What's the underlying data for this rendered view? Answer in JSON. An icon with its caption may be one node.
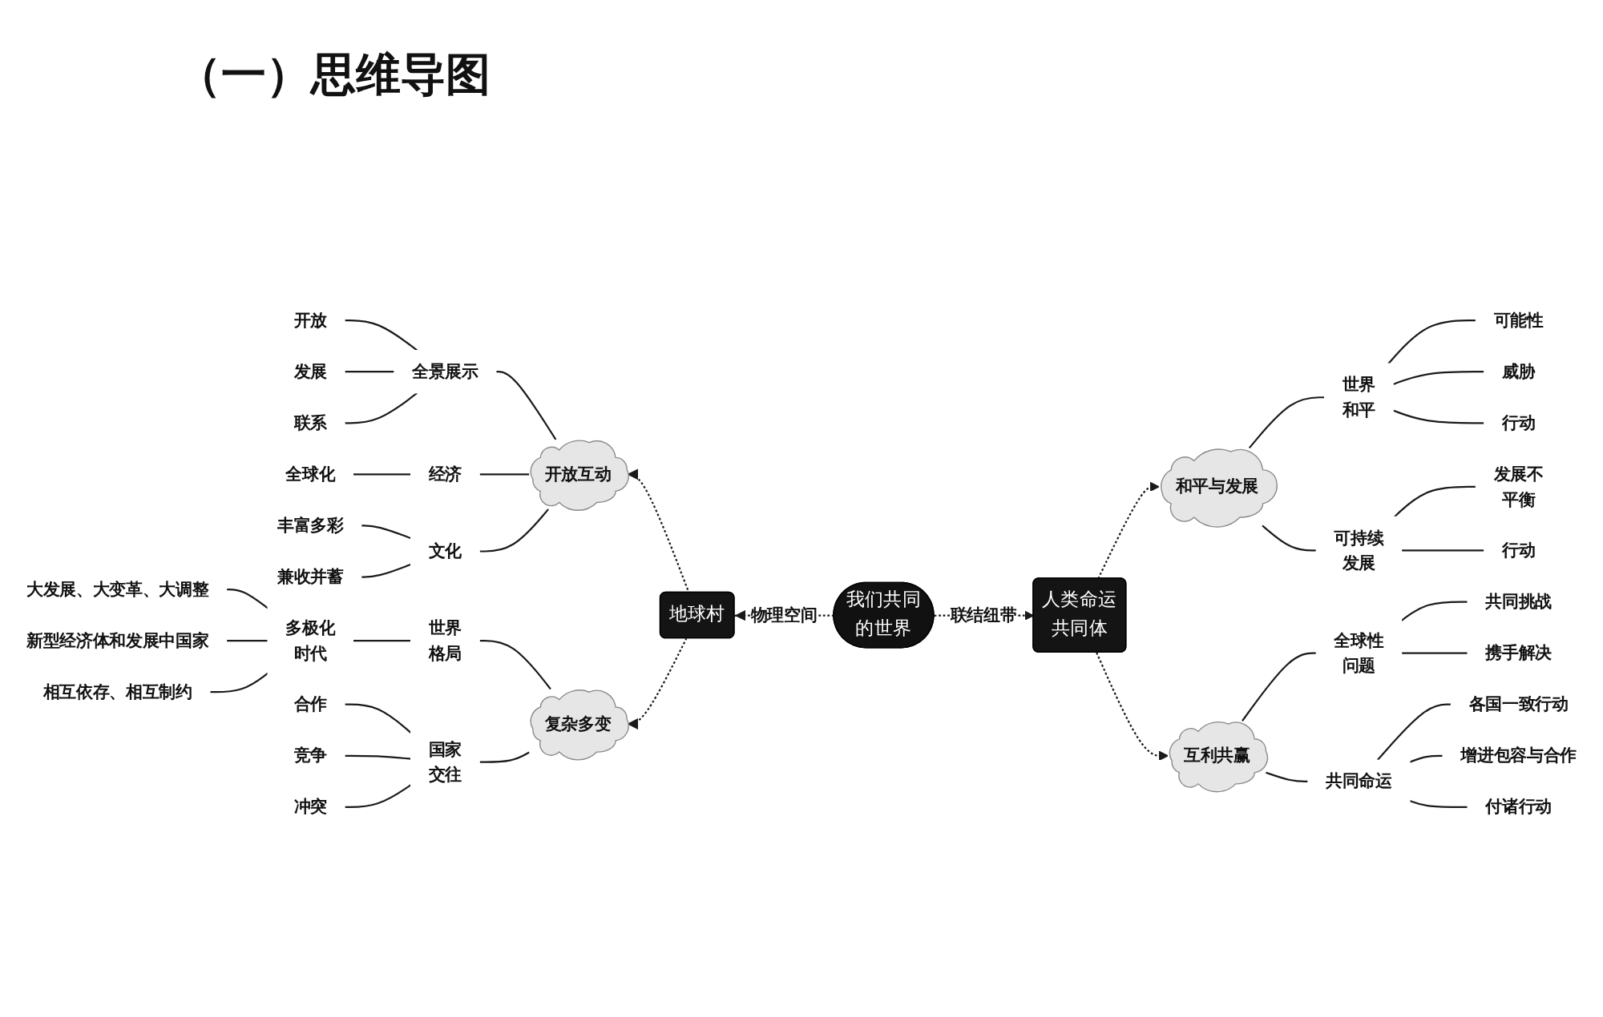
{
  "diagram": {
    "title": "（一）思维导图",
    "nodes": [
      {
        "text": [
          "我们共同的世界"
        ]
      },
      {
        "text": [
          "地球村"
        ]
      },
      {
        "text": [
          "人类命运共同体"
        ]
      },
      {
        "text": [
          "开放互动"
        ]
      },
      {
        "text": [
          "复杂多变"
        ]
      },
      {
        "text": [
          "和平与发展"
        ]
      },
      {
        "text": [
          "互利共赢"
        ]
      },
      {
        "text": [
          "全景展示"
        ]
      },
      {
        "text": [
          "开放"
        ]
      },
      {
        "text": [
          "发展"
        ]
      },
      {
        "text": [
          "联系"
        ]
      },
      {
        "text": [
          "经济"
        ]
      },
      {
        "text": [
          "全球化"
        ]
      },
      {
        "text": [
          "文化"
        ]
      },
      {
        "text": [
          "丰富多彩"
        ]
      },
      {
        "text": [
          "兼收并蓄"
        ]
      },
      {
        "text": [
          "世界格局"
        ]
      },
      {
        "text": [
          "多极化时代"
        ]
      },
      {
        "text": [
          "大发展、大变革、大调整"
        ]
      },
      {
        "text": [
          "新型经济体和发展中国家"
        ]
      },
      {
        "text": [
          "相互依存、相互制约"
        ]
      },
      {
        "text": [
          "国家交往"
        ]
      },
      {
        "text": [
          "合作"
        ]
      },
      {
        "text": [
          "竞争"
        ]
      },
      {
        "text": [
          "冲突"
        ]
      },
      {
        "text": [
          "世界和平"
        ]
      },
      {
        "text": [
          "可能性"
        ]
      },
      {
        "text": [
          "威胁"
        ]
      },
      {
        "text": [
          "行动"
        ]
      },
      {
        "text": [
          "可持续发展"
        ]
      },
      {
        "text": [
          "发展不平衡"
        ]
      },
      {
        "text": [
          "行动"
        ]
      },
      {
        "text": [
          "全球性问题"
        ]
      },
      {
        "text": [
          "共同挑战"
        ]
      },
      {
        "text": [
          "携手解决"
        ]
      },
      {
        "text": [
          "共同命运"
        ]
      },
      {
        "text": [
          "各国一致行动"
        ]
      },
      {
        "text": [
          "增进包容与合作"
        ]
      },
      {
        "text": [
          "付诸行动"
        ]
      }
    ],
    "edges": [
      {
        "from": 0,
        "to": 1,
        "arrow": "to",
        "label": "物理空间",
        "style": "dashed"
      },
      {
        "from": 0,
        "to": 2,
        "arrow": "to",
        "label": "联结纽带",
        "style": "dashed"
      },
      {
        "from": 1,
        "to": 3,
        "arrow": "to",
        "style": "dashed"
      },
      {
        "from": 1,
        "to": 4,
        "arrow": "to",
        "style": "dashed"
      },
      {
        "from": 2,
        "to": 5,
        "arrow": "to",
        "style": "dashed"
      },
      {
        "from": 2,
        "to": 6,
        "arrow": "to",
        "style": "dashed"
      },
      {
        "from": 3,
        "to": 7,
        "arrow": "none"
      },
      {
        "from": 7,
        "to": 8,
        "arrow": "none"
      },
      {
        "from": 7,
        "to": 9,
        "arrow": "none"
      },
      {
        "from": 7,
        "to": 10,
        "arrow": "none"
      },
      {
        "from": 3,
        "to": 11,
        "arrow": "none"
      },
      {
        "from": 11,
        "to": 12,
        "arrow": "none"
      },
      {
        "from": 3,
        "to": 13,
        "arrow": "none"
      },
      {
        "from": 13,
        "to": 14,
        "arrow": "none"
      },
      {
        "from": 13,
        "to": 15,
        "arrow": "none"
      },
      {
        "from": 4,
        "to": 16,
        "arrow": "none"
      },
      {
        "from": 16,
        "to": 17,
        "arrow": "none"
      },
      {
        "from": 17,
        "to": 18,
        "arrow": "none"
      },
      {
        "from": 17,
        "to": 19,
        "arrow": "none"
      },
      {
        "from": 17,
        "to": 20,
        "arrow": "none"
      },
      {
        "from": 4,
        "to": 21,
        "arrow": "none"
      },
      {
        "from": 21,
        "to": 22,
        "arrow": "none"
      },
      {
        "from": 21,
        "to": 23,
        "arrow": "none"
      },
      {
        "from": 21,
        "to": 24,
        "arrow": "none"
      },
      {
        "from": 5,
        "to": 25,
        "arrow": "none"
      },
      {
        "from": 25,
        "to": 26,
        "arrow": "none"
      },
      {
        "from": 25,
        "to": 27,
        "arrow": "none"
      },
      {
        "from": 25,
        "to": 28,
        "arrow": "none"
      },
      {
        "from": 5,
        "to": 29,
        "arrow": "none"
      },
      {
        "from": 29,
        "to": 30,
        "arrow": "none"
      },
      {
        "from": 29,
        "to": 31,
        "arrow": "none"
      },
      {
        "from": 6,
        "to": 32,
        "arrow": "none"
      },
      {
        "from": 32,
        "to": 33,
        "arrow": "none"
      },
      {
        "from": 32,
        "to": 34,
        "arrow": "none"
      },
      {
        "from": 6,
        "to": 35,
        "arrow": "none"
      },
      {
        "from": 35,
        "to": 36,
        "arrow": "none"
      },
      {
        "from": 35,
        "to": 37,
        "arrow": "none"
      },
      {
        "from": 35,
        "to": 38,
        "arrow": "none"
      }
    ]
  }
}
